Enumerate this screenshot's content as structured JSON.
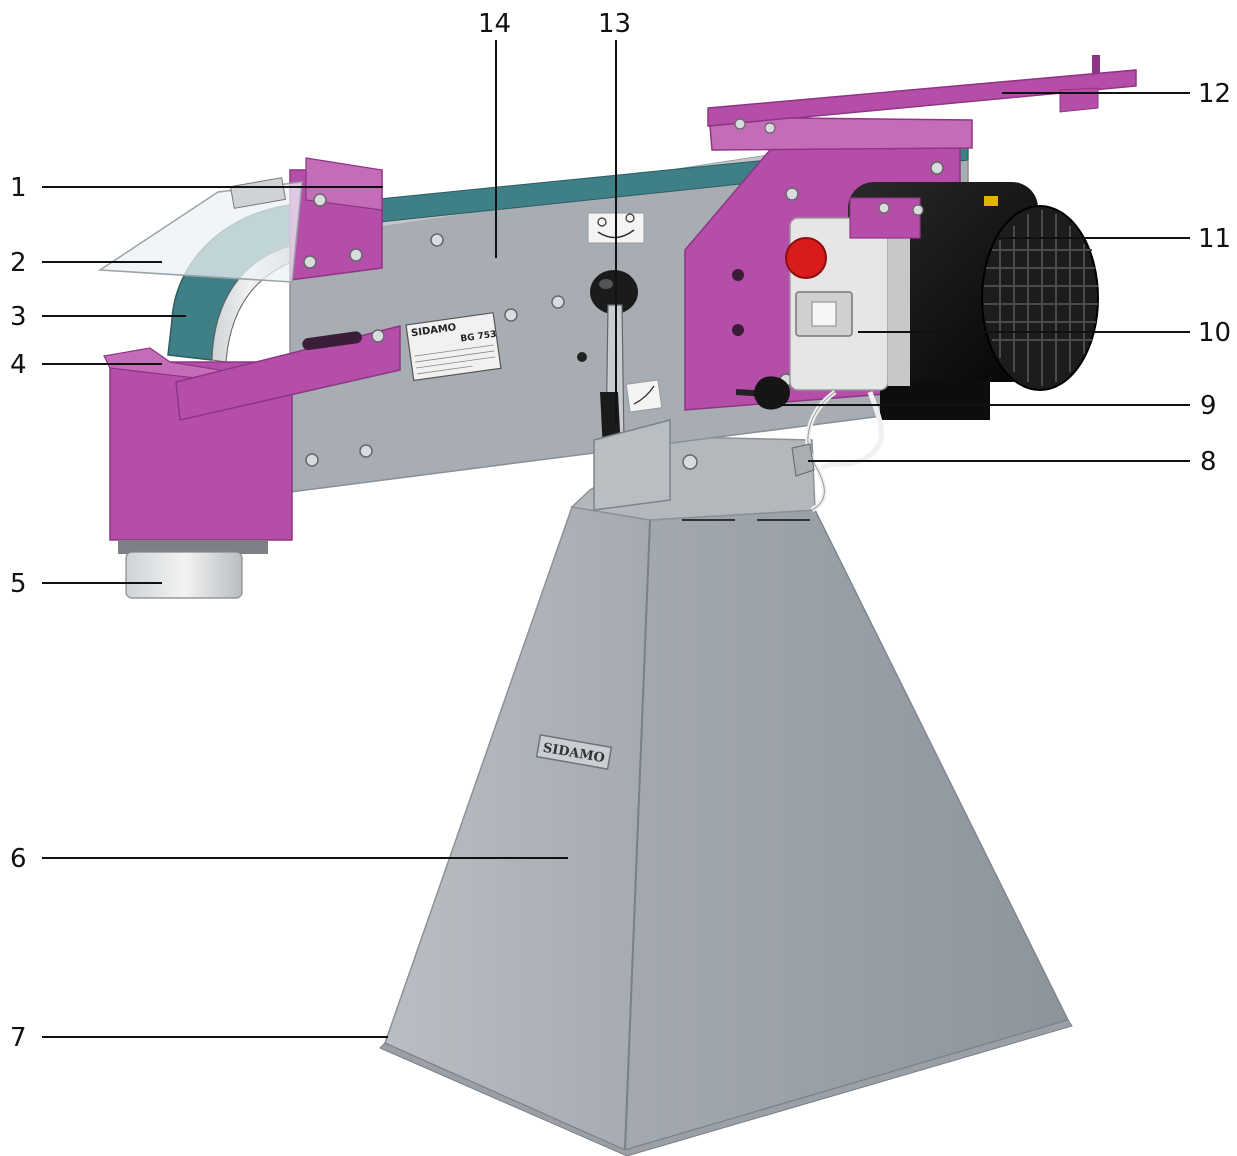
{
  "colors": {
    "violet": "#b44ea8",
    "violet_dark": "#8e3584",
    "steel_grey": "#a7adb3",
    "steel_grey_dark": "#8e959c",
    "belt_teal": "#3f7f86",
    "motor_black": "#161616",
    "switch_grey": "#e6e6e6",
    "stop_red": "#d81b1b"
  },
  "brand_plate": {
    "brand": "SIDAMO",
    "model": "BG 753"
  },
  "base_badge": "SIDAMO",
  "callouts": [
    {
      "id": "c1",
      "label": "1"
    },
    {
      "id": "c2",
      "label": "2"
    },
    {
      "id": "c3",
      "label": "3"
    },
    {
      "id": "c4",
      "label": "4"
    },
    {
      "id": "c5",
      "label": "5"
    },
    {
      "id": "c6",
      "label": "6"
    },
    {
      "id": "c7",
      "label": "7"
    },
    {
      "id": "c8",
      "label": "8"
    },
    {
      "id": "c9",
      "label": "9"
    },
    {
      "id": "c10",
      "label": "10"
    },
    {
      "id": "c11",
      "label": "11"
    },
    {
      "id": "c12",
      "label": "12"
    },
    {
      "id": "c13",
      "label": "13"
    },
    {
      "id": "c14",
      "label": "14"
    }
  ]
}
